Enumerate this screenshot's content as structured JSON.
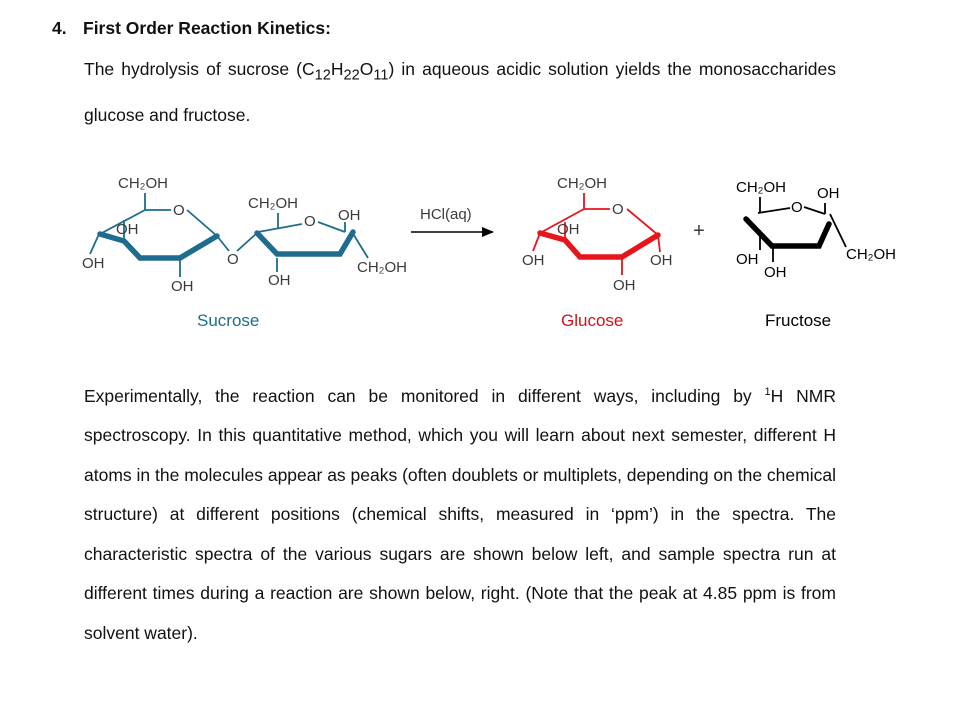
{
  "section": {
    "number": "4.",
    "title": "First Order Reaction Kinetics:"
  },
  "intro": {
    "part1": "The hydrolysis of sucrose (C",
    "sub1": "12",
    "part2": "H",
    "sub2": "22",
    "part3": "O",
    "sub3": "11",
    "part4": ") in aqueous acidic solution yields the monosaccharides glucose and fructose."
  },
  "scheme": {
    "reagent": "HCl(aq)",
    "plus": "+",
    "ch2oh": "CH₂OH",
    "oh": "OH",
    "ring_o": "O",
    "captions": {
      "sucrose": "Sucrose",
      "glucose": "Glucose",
      "fructose": "Fructose"
    },
    "colors": {
      "sucrose": "#1e6c8e",
      "glucose": "#e8141b",
      "fructose": "#000000",
      "caption_sucrose": "#1e6c8e",
      "caption_glucose": "#d1131a",
      "caption_fructose": "#000000"
    }
  },
  "body": {
    "part1": "Experimentally, the reaction can be monitored in different ways, including by ",
    "sup": "1",
    "part2": "H NMR spectroscopy. In this quantitative method, which you will learn about next semester, different H atoms in the molecules appear as peaks (often doublets or multiplets, depending on the chemical structure) at different positions (chemical shifts, measured in ‘ppm’) in the spectra. The characteristic spectra of the various sugars are shown below left, and sample spectra run at different times during a reaction are shown below, right. (Note that the peak at 4.85 ppm is from solvent water)."
  }
}
